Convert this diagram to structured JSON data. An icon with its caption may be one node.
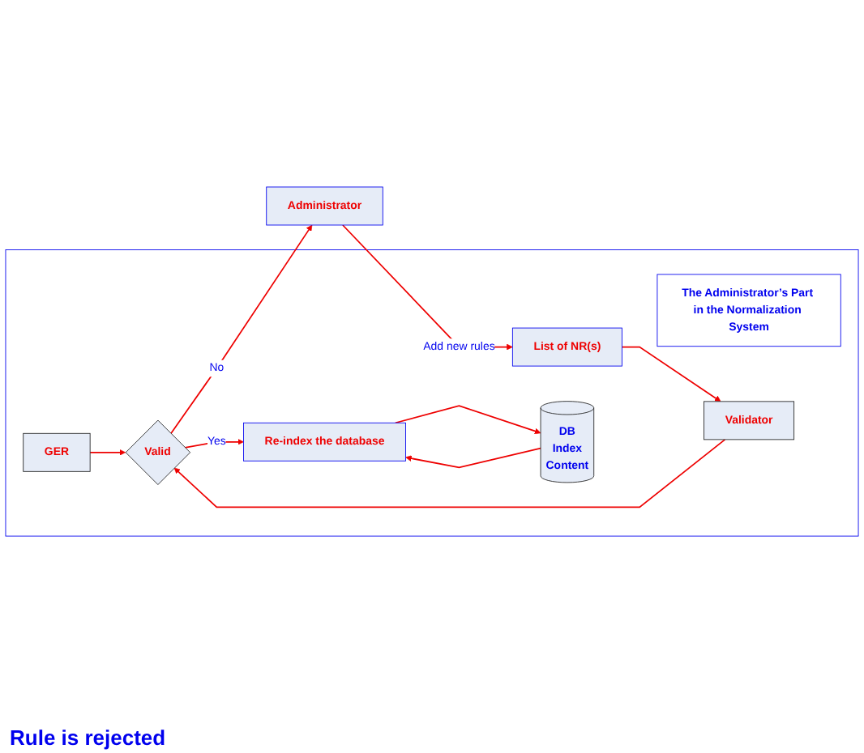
{
  "diagram": {
    "nodes": [
      {
        "text": [],
        "shape": "box"
      },
      {
        "text": [
          "Administrator"
        ]
      },
      {
        "text": [
          "The Administrator’s Part in the Normalization System"
        ],
        "in": 0
      },
      {
        "text": [
          "GER"
        ],
        "in": 0
      },
      {
        "text": [
          "List of NR(s)"
        ],
        "in": 0
      },
      {
        "text": [
          "Validator"
        ],
        "in": 0
      },
      {
        "text": [
          "Valid"
        ],
        "in": 0
      },
      {
        "text": [
          "DB",
          "Index",
          "Content"
        ],
        "in": 0
      },
      {
        "text": [
          "Re-index the database"
        ],
        "in": 0
      }
    ],
    "edges": [
      {
        "from": 1,
        "to": 4,
        "arrow": "to",
        "label": "Add new rules"
      },
      {
        "from": 4,
        "to": 5,
        "arrow": "to"
      },
      {
        "from": 5,
        "to": 6,
        "arrow": "to"
      },
      {
        "from": 3,
        "to": 6,
        "arrow": "to"
      },
      {
        "from": 6,
        "to": 1,
        "arrow": "to",
        "label": "No"
      },
      {
        "from": 6,
        "to": 8,
        "arrow": "to",
        "label": "Yes"
      },
      {
        "from": 8,
        "to": 7,
        "arrow": "to"
      },
      {
        "from": 7,
        "to": 8,
        "arrow": "to"
      }
    ],
    "labels": [
      "Rule is rejected"
    ]
  }
}
